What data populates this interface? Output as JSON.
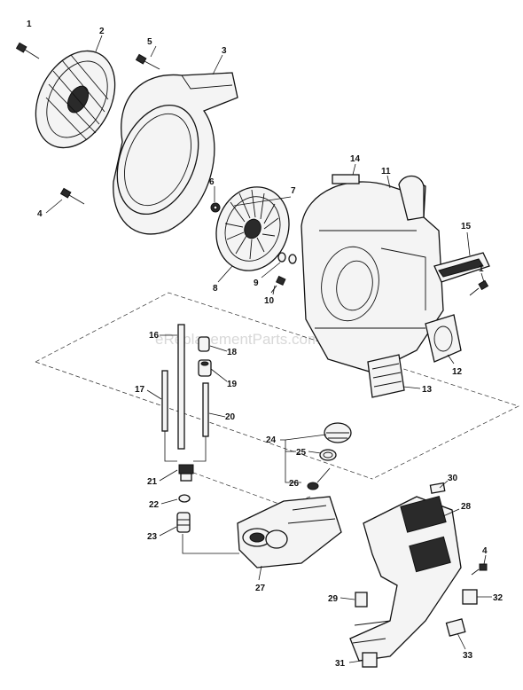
{
  "watermark": "eReplacementParts.com",
  "callouts": [
    "1",
    "2",
    "3",
    "4",
    "5",
    "6",
    "7",
    "8",
    "9",
    "10",
    "11",
    "12",
    "13",
    "14",
    "15",
    "1",
    "16",
    "17",
    "18",
    "19",
    "20",
    "21",
    "22",
    "23",
    "24",
    "25",
    "26",
    "27",
    "28",
    "29",
    "30",
    "31",
    "32",
    "33",
    "4"
  ]
}
